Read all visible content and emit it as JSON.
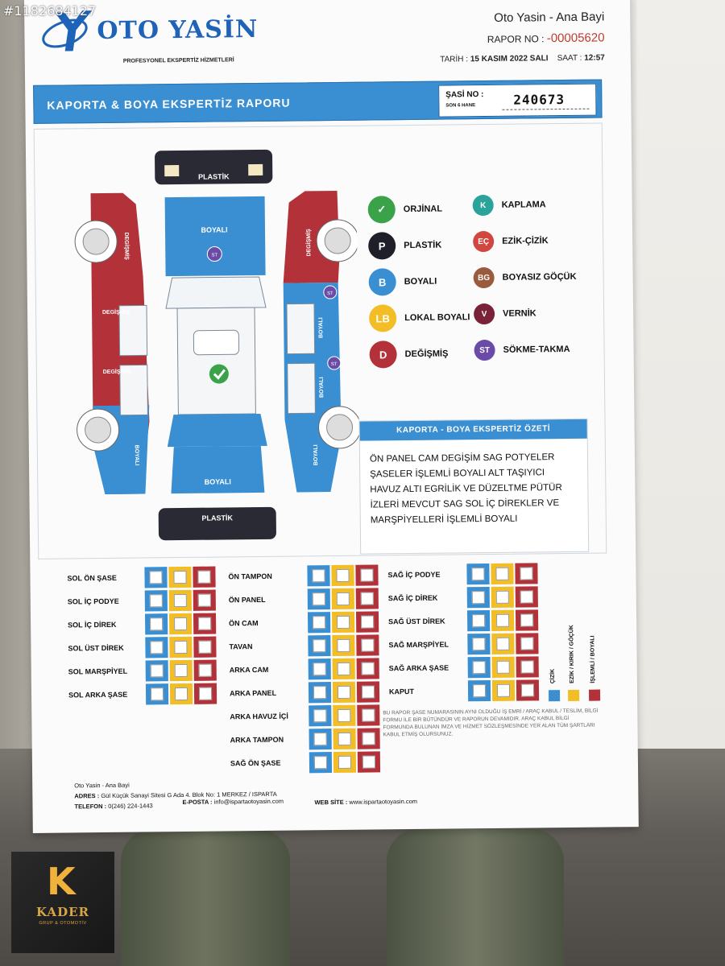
{
  "image_id": "#1182684127",
  "header": {
    "logo": "OTO YASİN",
    "logo_sub": "PROFESYONEL EKSPERTİZ HİZMETLERİ",
    "branch": "Oto Yasin - Ana Bayi",
    "report_no_label": "RAPOR NO :",
    "report_no": "-00005620",
    "date_label": "TARİH :",
    "date": "15 KASIM 2022 SALI",
    "time_label": "SAAT :",
    "time": "12:57"
  },
  "title": {
    "text": "KAPORTA & BOYA EKSPERTİZ RAPORU",
    "chassis_label": "ŞASİ NO :",
    "chassis_sub": "SON 6 HANE",
    "chassis_value": "240673"
  },
  "car": {
    "front": "PLASTİK",
    "rear": "PLASTİK",
    "hood": "BOYALI",
    "trunk": "BOYALI",
    "left_top": "DEGİŞMİŞ",
    "left_mid": "DEGİŞMİŞ",
    "left_door2": "DEGİŞMİŞ",
    "left_rear": "BOYALI",
    "right_top": "DEGİŞMİŞ",
    "right_mid": "BOYALI",
    "right_door2": "BOYALI",
    "right_rear": "BOYALI",
    "st": "ST"
  },
  "legend": [
    {
      "code": "✓",
      "label": "ORJİNAL",
      "color": "#3aa34a"
    },
    {
      "code": "K",
      "label": "KAPLAMA",
      "color": "#2aa39a"
    },
    {
      "code": "P",
      "label": "PLASTİK",
      "color": "#1f1f2a"
    },
    {
      "code": "EÇ",
      "label": "EZİK-ÇİZİK",
      "color": "#d1473f"
    },
    {
      "code": "B",
      "label": "BOYALI",
      "color": "#3a8fd3"
    },
    {
      "code": "BG",
      "label": "BOYASIZ GÖÇÜK",
      "color": "#9a5a3e"
    },
    {
      "code": "LB",
      "label": "LOKAL BOYALI",
      "color": "#f2bd25"
    },
    {
      "code": "V",
      "label": "VERNİK",
      "color": "#7a2338"
    },
    {
      "code": "D",
      "label": "DEĞİŞMİŞ",
      "color": "#b3323a"
    },
    {
      "code": "ST",
      "label": "SÖKME-TAKMA",
      "color": "#6a4ca8"
    }
  ],
  "summary": {
    "heading": "KAPORTA - BOYA EKSPERTİZ ÖZETİ",
    "text": "ÖN PANEL CAM DEGİŞİM SAG POTYELER ŞASELER İŞLEMLİ BOYALI ALT TAŞIYICI HAVUZ ALTI EGRİLİK VE DÜZELTME PÜTÜR İZLERİ MEVCUT SAG SOL İÇ DİREKLER VE MARŞPİYELLERİ İŞLEMLİ BOYALI"
  },
  "checklist": {
    "col1": [
      "SOL ÖN ŞASE",
      "SOL İÇ PODYE",
      "SOL İÇ DİREK",
      "SOL ÜST DİREK",
      "SOL MARŞPİYEL",
      "SOL ARKA ŞASE"
    ],
    "col2": [
      "ÖN TAMPON",
      "ÖN PANEL",
      "ÖN CAM",
      "TAVAN",
      "ARKA CAM",
      "ARKA PANEL",
      "ARKA HAVUZ İÇİ",
      "ARKA TAMPON",
      "SAĞ ÖN ŞASE"
    ],
    "col3": [
      "SAĞ İÇ PODYE",
      "SAĞ İÇ DİREK",
      "SAĞ ÜST DİREK",
      "SAĞ MARŞPİYEL",
      "SAĞ ARKA ŞASE",
      "KAPUT"
    ],
    "legend": [
      "ÇİZİK",
      "EZİK / KIRIK / GÖÇÜK",
      "İŞLEMLİ / BOYALI"
    ]
  },
  "notice": "BU RAPOR ŞASE NUMARASININ AYNI OLDUĞU İŞ EMRİ / ARAÇ KABUL / TESLİM, BİLGİ FORMU İLE BİR BÜTÜNDÜR VE RAPORUN DEVAMIDIR. ARAÇ KABUL BİLGİ FORMUNDA BULUNAN İMZA VE HİZMET SÖZLEŞMESİNDE YER ALAN TÜM ŞARTLARI KABUL ETMİŞ OLURSUNUZ.",
  "footer": {
    "company": "Oto Yasin - Ana Bayi",
    "address_label": "ADRES :",
    "address": "Gül Küçük Sanayi Sitesi G Ada 4. Blok No: 1 MERKEZ / ISPARTA",
    "phone_label": "TELEFON :",
    "phone": "0(246) 224-1443",
    "email_label": "E-POSTA :",
    "email": "info@ispartaotoyasin.com",
    "web_label": "WEB SİTE :",
    "web": "www.ispartaotoyasin.com"
  },
  "badge": {
    "name": "KADER",
    "sub": "GRUP & OTOMOTİV"
  }
}
